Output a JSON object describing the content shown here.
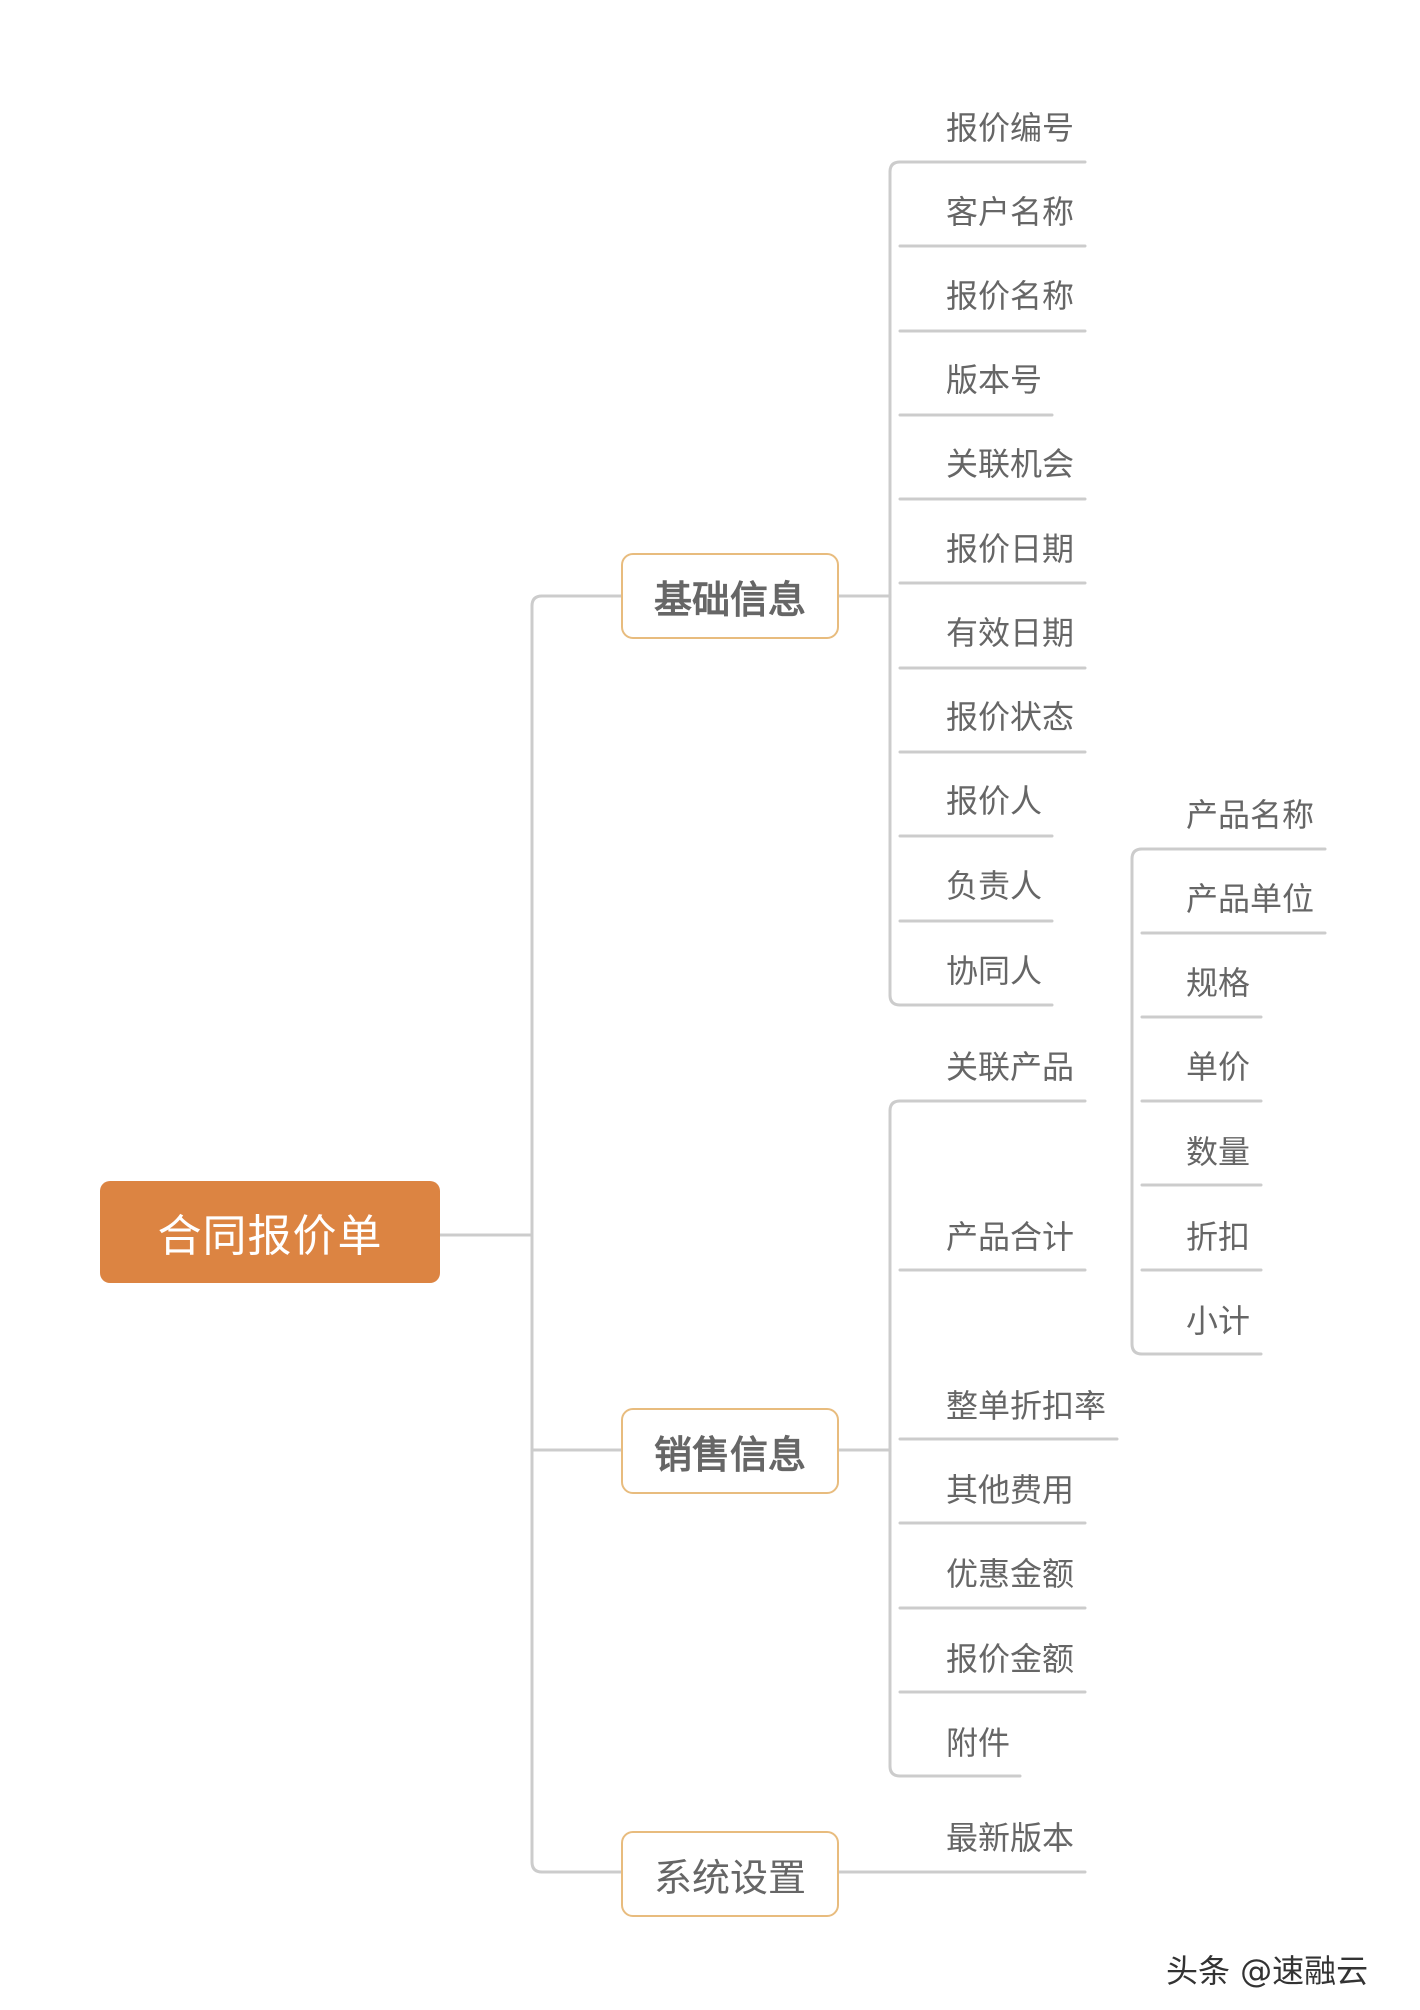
{
  "root": {
    "label": "合同报价单",
    "color": "#DC8442"
  },
  "branches": [
    {
      "label": "基础信息",
      "bold": true,
      "leaves": [
        "报价编号",
        "客户名称",
        "报价名称",
        "版本号",
        "关联机会",
        "报价日期",
        "有效日期",
        "报价状态",
        "报价人",
        "负责人",
        "协同人"
      ]
    },
    {
      "label": "销售信息",
      "bold": true,
      "leaves": [
        "关联产品",
        "产品合计",
        "整单折扣率",
        "其他费用",
        "优惠金额",
        "报价金额",
        "附件"
      ],
      "sub_leaves": [
        "产品名称",
        "产品单位",
        "规格",
        "单价",
        "数量",
        "折扣",
        "小计"
      ]
    },
    {
      "label": "系统设置",
      "bold": false,
      "leaves": [
        "最新版本"
      ]
    }
  ],
  "colors": {
    "line": "#CCCCCC",
    "branch_border": "#E8BC7E",
    "text": "#666666"
  },
  "watermark": "头条 @速融云"
}
